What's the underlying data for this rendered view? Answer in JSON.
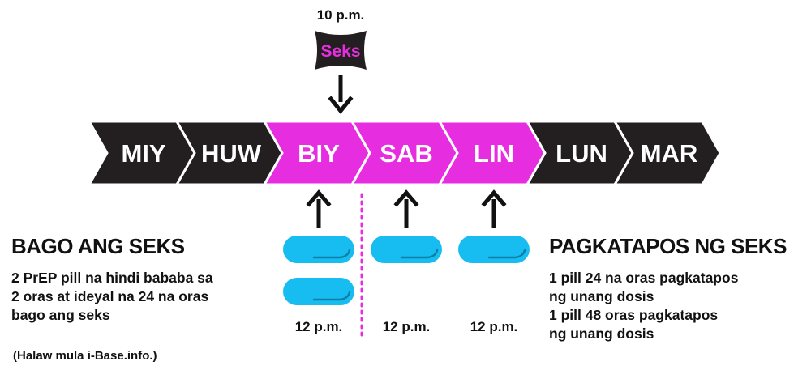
{
  "event": {
    "time": "10 p.m.",
    "label": "Seks"
  },
  "days": [
    {
      "label": "MIY",
      "active": false
    },
    {
      "label": "HUW",
      "active": false
    },
    {
      "label": "BIY",
      "active": true
    },
    {
      "label": "SAB",
      "active": true
    },
    {
      "label": "LIN",
      "active": true
    },
    {
      "label": "LUN",
      "active": false
    },
    {
      "label": "MAR",
      "active": false
    }
  ],
  "doses": [
    {
      "day": "BIY",
      "pills": 2,
      "time": "12 p.m."
    },
    {
      "day": "SAB",
      "pills": 1,
      "time": "12 p.m."
    },
    {
      "day": "LIN",
      "pills": 1,
      "time": "12 p.m."
    }
  ],
  "before": {
    "title": "BAGO ANG SEKS",
    "lines": [
      "2 PrEP pill na hindi bababa sa",
      "2 oras at ideyal na 24 na oras",
      "bago ang seks"
    ]
  },
  "after": {
    "title": "PAGKATAPOS NG SEKS",
    "lines": [
      "1 pill 24 na oras pagkatapos",
      "ng unang dosis",
      "1 pill 48 oras pagkatapos",
      "ng unang dosis"
    ]
  },
  "source": "(Halaw mula i-Base.info.)",
  "colors": {
    "black": "#231f20",
    "magenta": "#e62ee0",
    "pill": "#17bdf0",
    "pill_shadow": "#0d7fa6",
    "divider": "#e62ee0"
  }
}
